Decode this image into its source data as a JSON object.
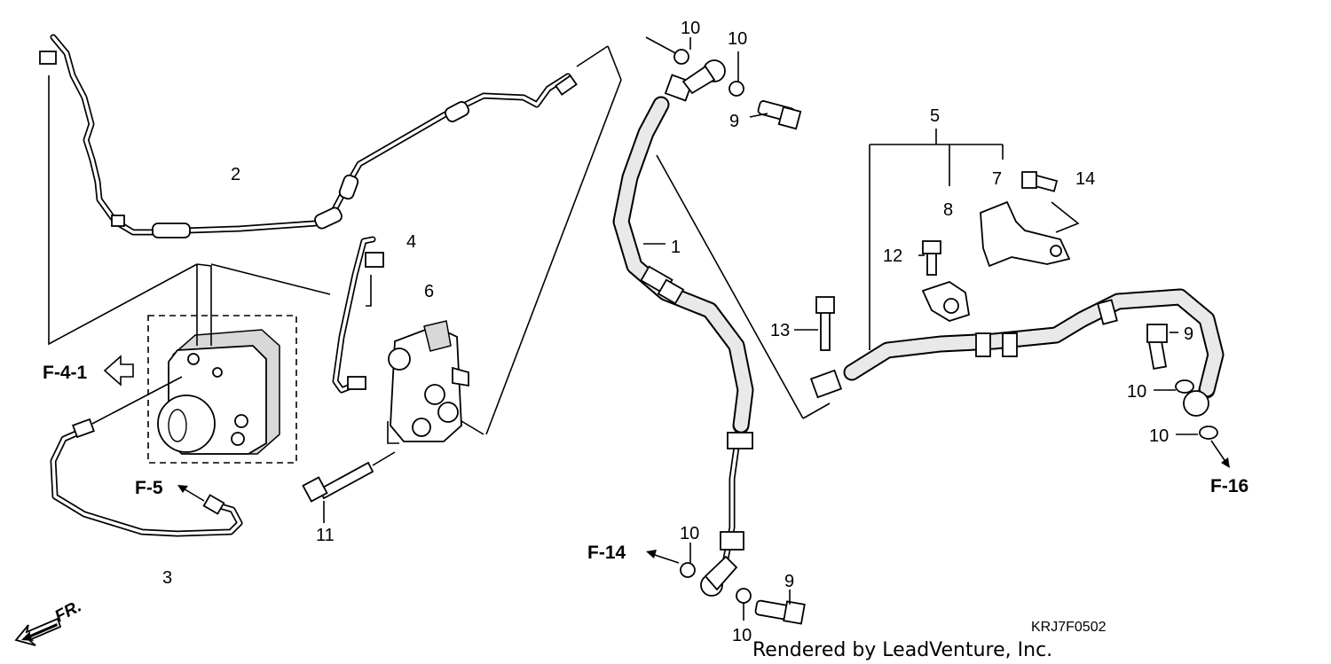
{
  "diagram": {
    "callouts": [
      "1",
      "2",
      "3",
      "4",
      "5",
      "6",
      "7",
      "8",
      "9",
      "9",
      "9",
      "10",
      "10",
      "10",
      "10",
      "10",
      "10",
      "11",
      "12",
      "13",
      "14"
    ],
    "references": {
      "f41": "F-4-1",
      "f5": "F-5",
      "f14": "F-14",
      "f16": "F-16"
    },
    "front_label": "FR.",
    "diagram_code": "KRJ7F0502",
    "credit": "Rendered by LeadVenture, Inc."
  }
}
